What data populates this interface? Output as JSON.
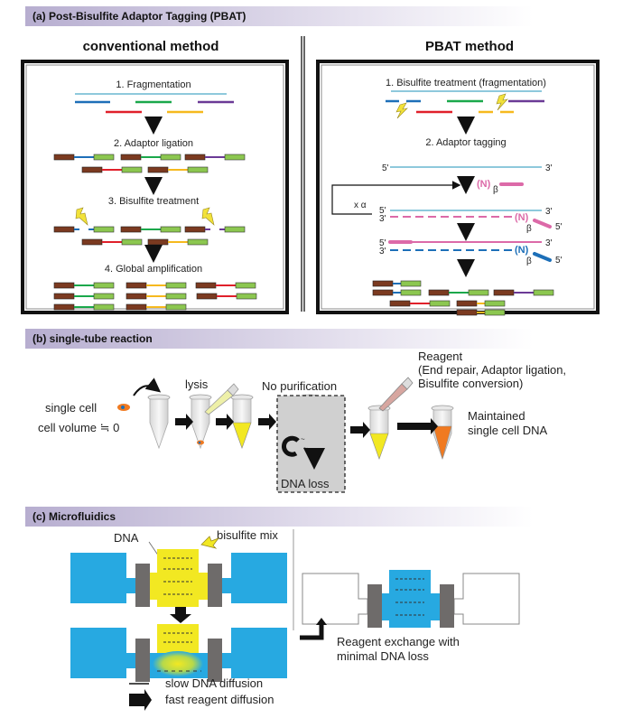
{
  "sections": {
    "a": {
      "title": "(a) Post-Bisulfite Adaptor Tagging (PBAT)",
      "conventional": {
        "title": "conventional method",
        "steps": [
          "1. Fragmentation",
          "2. Adaptor ligation",
          "3. Bisulfite treatment",
          "4. Global amplification"
        ]
      },
      "pbat": {
        "title": "PBAT method",
        "steps": [
          "1. Bisulfite treatment (fragmentation)",
          "2. Adaptor tagging"
        ],
        "labels": {
          "five_prime": "5'",
          "three_prime": "3'",
          "n": "(N)",
          "beta": "β",
          "loop": "x  α"
        }
      }
    },
    "b": {
      "title": "(b) single-tube reaction",
      "single_cell": "single cell",
      "cell_volume": "cell volume ≒ 0",
      "lysis": "lysis",
      "no_purification": "No purification",
      "dna_loss": "DNA loss",
      "reagent_lines": [
        "Reagent",
        "(End repair, Adaptor ligation,",
        "Bisulfite conversion)"
      ],
      "maintained_lines": [
        "Maintained",
        "single cell DNA"
      ]
    },
    "c": {
      "title": "(c) Microfluidics",
      "dna": "DNA",
      "bisulfite_mix": "bisulfite mix",
      "slow": "slow DNA diffusion",
      "fast": "fast reagent diffusion",
      "exchange_lines": [
        "Reagent exchange with",
        "minimal DNA loss"
      ]
    }
  },
  "colors": {
    "header_start": "#b9b0d2",
    "adaptor_brown": "#7b3a20",
    "adaptor_green": "#8cc750",
    "dna_lightblue": "#8ec9dc",
    "dna_blue": "#1d6fb8",
    "dna_green": "#1aa84b",
    "dna_purple": "#6b3a96",
    "dna_red": "#e0202a",
    "dna_yellow": "#f6b91e",
    "pink": "#dc6aa8",
    "channel_blue": "#27a9e1",
    "chamber_yellow": "#f2e822",
    "valve_gray": "#6e6b6a",
    "tube_orange": "#f07a21"
  }
}
